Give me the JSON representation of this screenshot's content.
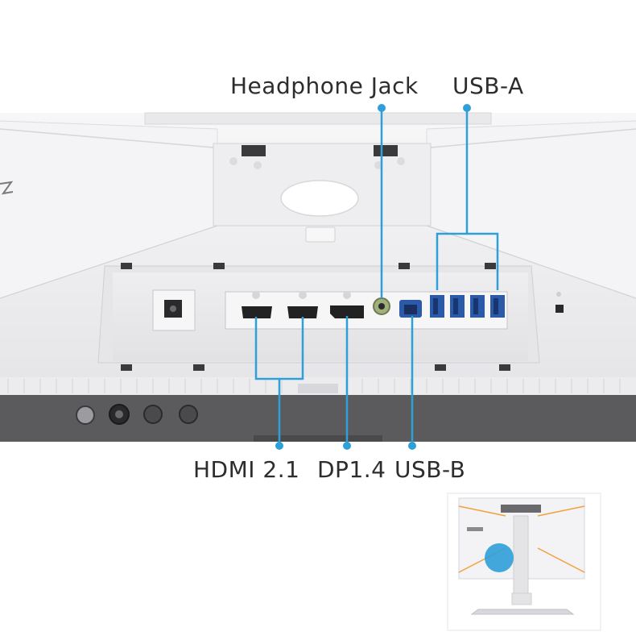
{
  "callouts": {
    "headphone_jack": "Headphone Jack",
    "usb_a": "USB-A",
    "hdmi": "HDMI 2.1",
    "dp": "DP1.4",
    "usb_b": "USB-B"
  },
  "colors": {
    "callout_line": "#2f9fd8",
    "highlight_circle": "#2f9fd8",
    "accent_orange": "#f2a03c",
    "monitor_body": "#f1f1f3",
    "bezel_dark": "#5a5a5c"
  }
}
